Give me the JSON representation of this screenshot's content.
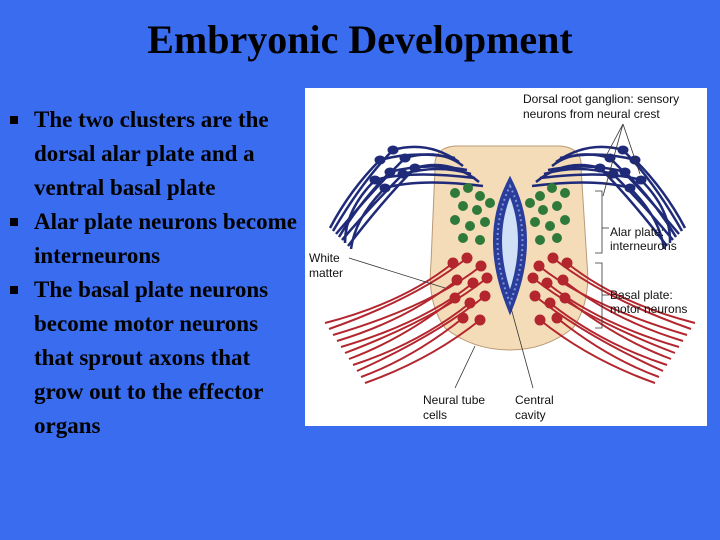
{
  "slide": {
    "title": "Embryonic Development",
    "bullets": [
      "The two clusters are the dorsal alar plate and a ventral basal plate",
      "Alar plate neurons become interneurons",
      "The basal plate neurons become motor neurons that sprout axons that grow out to the effector organs"
    ]
  },
  "figure": {
    "labels": {
      "drg_line1": "Dorsal root ganglion: sensory",
      "drg_line2": "neurons from neural crest",
      "white_line1": "White",
      "white_line2": "matter",
      "alar_line1": "Alar plate:",
      "alar_line2": "interneurons",
      "basal_line1": "Basal plate:",
      "basal_line2": "motor neurons",
      "ntc_line1": "Neural tube",
      "ntc_line2": "cells",
      "cc_line1": "Central",
      "cc_line2": "cavity"
    },
    "colors": {
      "background": "#3a6cf0",
      "tissue": "#f5dcb8",
      "sensory": "#1f2a78",
      "interneurons": "#2f7a3a",
      "motor": "#b3262e",
      "cavity": "#2a3d9a"
    }
  }
}
